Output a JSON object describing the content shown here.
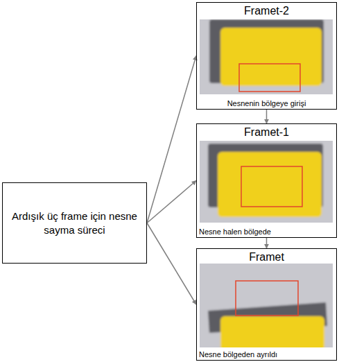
{
  "diagram": {
    "nodes": [
      {
        "text": [
          "Ardışık üç frame için nesne sayma süreci"
        ]
      },
      {
        "text": [
          "Framet-2",
          "Nesnenin bölgeye girişi"
        ]
      },
      {
        "text": [
          "Framet-1",
          "Nesne halen bölgede"
        ]
      },
      {
        "text": [
          "Framet",
          "Nesne bölgeden ayrıldı"
        ]
      }
    ],
    "edges": [
      {
        "from": 0,
        "to": 1,
        "arrow": "to"
      },
      {
        "from": 0,
        "to": 2,
        "arrow": "to"
      },
      {
        "from": 0,
        "to": 3,
        "arrow": "to"
      },
      {
        "from": 1,
        "to": 2,
        "arrow": "to"
      },
      {
        "from": 2,
        "to": 3,
        "arrow": "to"
      }
    ]
  }
}
